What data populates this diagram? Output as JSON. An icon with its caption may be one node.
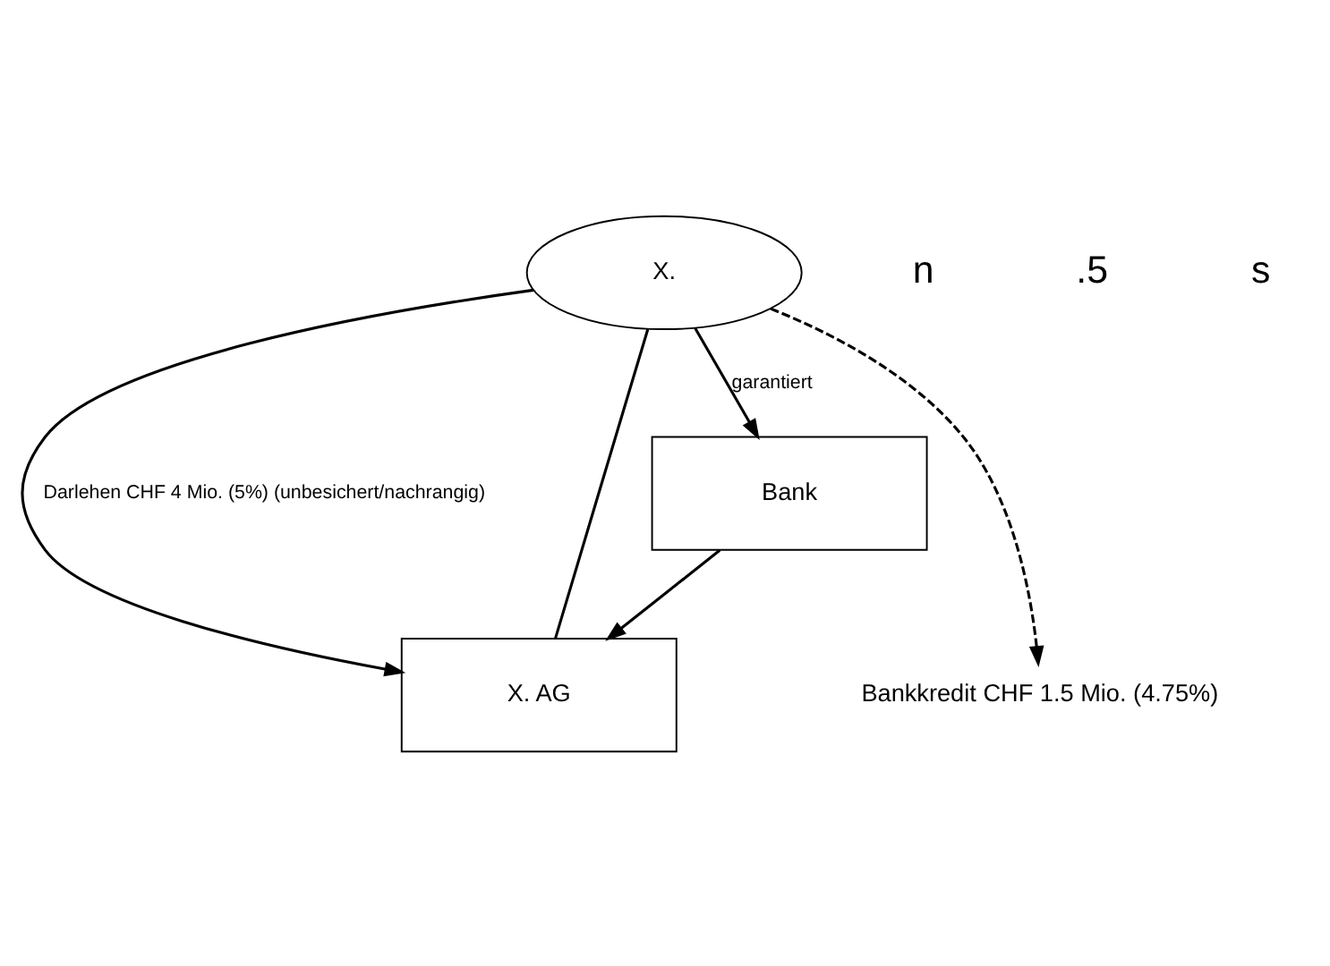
{
  "diagram": {
    "nodes": [
      {
        "text": [
          "X."
        ]
      },
      {
        "text": [
          "X. AG"
        ]
      },
      {
        "text": [
          "Bank"
        ]
      },
      {
        "text": [
          "Bankkredit CHF 1.5 Mio. (4.75%)"
        ]
      }
    ],
    "edges": [
      {
        "from": 0,
        "to": 1,
        "arrow": "to",
        "label": "Darlehen CHF 4 Mio. (5%) (unbesichert/nachrangig)"
      },
      {
        "from": 0,
        "to": 1,
        "arrow": "none"
      },
      {
        "from": 0,
        "to": 2,
        "arrow": "to",
        "label": "garantiert"
      },
      {
        "from": 2,
        "to": 1,
        "arrow": "to"
      },
      {
        "from": 0,
        "to": 3,
        "arrow": "to",
        "style": "dashed"
      }
    ],
    "labels": [
      "n",
      ".5",
      "s"
    ]
  }
}
